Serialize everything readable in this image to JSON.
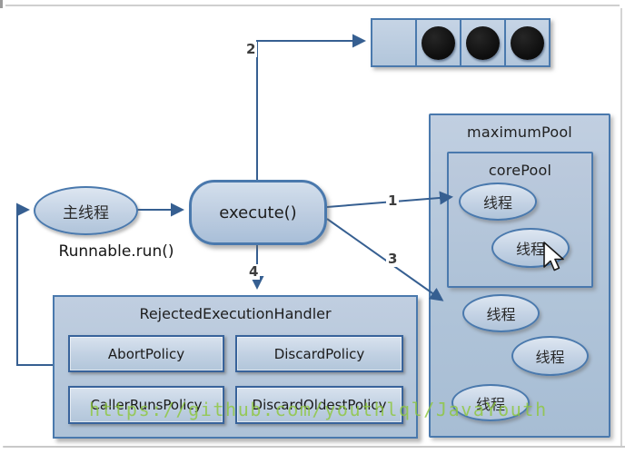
{
  "diagram": {
    "main_thread_label": "主线程",
    "runnable_label": "Runnable.run()",
    "execute_label": "execute()",
    "maximum_pool_label": "maximumPool",
    "core_pool_label": "corePool",
    "core_threads": [
      "线程",
      "线程"
    ],
    "extra_threads": [
      "线程",
      "线程",
      "线程"
    ],
    "queue": {
      "cell_count": 4,
      "cells": [
        "empty",
        "task",
        "task",
        "task"
      ]
    },
    "handler_title": "RejectedExecutionHandler",
    "policies": [
      "AbortPolicy",
      "DiscardPolicy",
      "CallerRunsPolicy",
      "DiscardOldestPolicy"
    ],
    "arrow_labels": [
      "1",
      "2",
      "3",
      "4"
    ],
    "watermark": "https://github.com/youthlql/JavaYouth",
    "colors": {
      "shape_border": "#4a79ad",
      "arrow_line": "#365f91",
      "shape_fill_light": "#d8e2ee",
      "shape_fill_dark": "#a9bfd8",
      "watermark_green": "#8dc73d",
      "task_dot": "#111111"
    }
  }
}
